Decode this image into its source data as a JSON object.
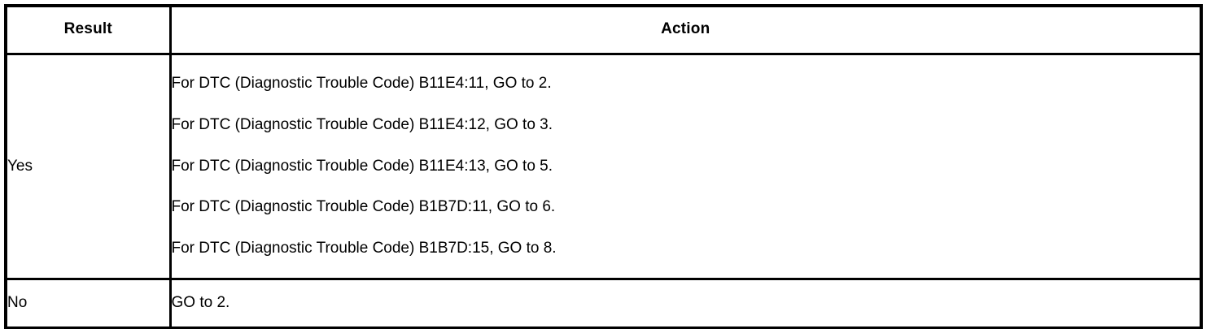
{
  "table": {
    "columns": [
      {
        "key": "result",
        "header": "Result",
        "align": "center"
      },
      {
        "key": "action",
        "header": "Action",
        "align": "center"
      }
    ],
    "rows": [
      {
        "result": "Yes",
        "action_lines": [
          "For DTC (Diagnostic Trouble Code) B11E4:11, GO to 2.",
          "For DTC (Diagnostic Trouble Code) B11E4:12, GO to 3.",
          "For DTC (Diagnostic Trouble Code) B11E4:13, GO to 5.",
          "For DTC (Diagnostic Trouble Code) B1B7D:11, GO to 6.",
          "For DTC (Diagnostic Trouble Code) B1B7D:15, GO to 8."
        ]
      },
      {
        "result": "No",
        "action_lines": [
          "GO to 2."
        ]
      }
    ]
  },
  "style": {
    "border_color": "#000000",
    "text_color": "#000000",
    "background": "#ffffff"
  }
}
